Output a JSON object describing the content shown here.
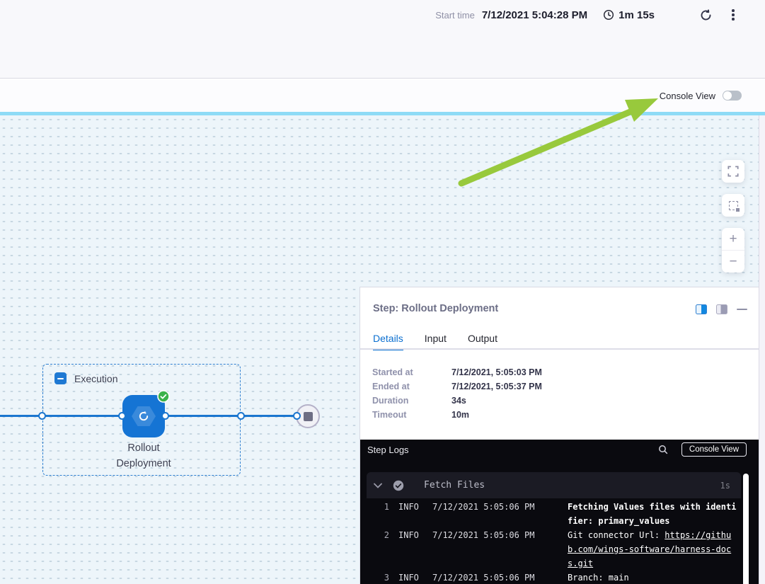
{
  "header": {
    "start_time_label": "Start time",
    "start_time_value": "7/12/2021 5:04:28 PM",
    "elapsed": "1m 15s"
  },
  "subheader": {
    "console_view_label": "Console View",
    "toggle_state": "off"
  },
  "canvas": {
    "group_label": "Execution",
    "node_label_line1": "Rollout",
    "node_label_line2": "Deployment",
    "node_status": "success"
  },
  "panel": {
    "title": "Step: Rollout Deployment",
    "tabs": {
      "details": "Details",
      "input": "Input",
      "output": "Output",
      "active": "Details"
    },
    "details_rows": [
      {
        "label": "Started at",
        "value": "7/12/2021, 5:05:03 PM"
      },
      {
        "label": "Ended at",
        "value": "7/12/2021, 5:05:37 PM"
      },
      {
        "label": "Duration",
        "value": "34s"
      },
      {
        "label": "Timeout",
        "value": "10m"
      }
    ],
    "logs": {
      "title": "Step Logs",
      "console_view_button": "Console View",
      "section": {
        "title": "Fetch Files",
        "duration": "1s"
      },
      "lines": [
        {
          "num": "1",
          "level": "INFO",
          "time": "7/12/2021 5:05:06 PM",
          "message": "Fetching Values files with identifier: primary_values"
        },
        {
          "num": "2",
          "level": "INFO",
          "time": "7/12/2021 5:05:06 PM",
          "message_prefix": "Git connector Url: ",
          "message_link": "https://github.com/wings-software/harness-docs.git"
        },
        {
          "num": "3",
          "level": "INFO",
          "time": "7/12/2021 5:05:06 PM",
          "message": "Branch: main"
        }
      ]
    }
  },
  "colors": {
    "accent_blue": "#1574d4",
    "success_green": "#3cb24a",
    "annotation_green": "#98c93c",
    "log_bg": "#0a0a0f",
    "canvas_bg": "#edf5fa",
    "blue_bar": "#8edbf6"
  }
}
